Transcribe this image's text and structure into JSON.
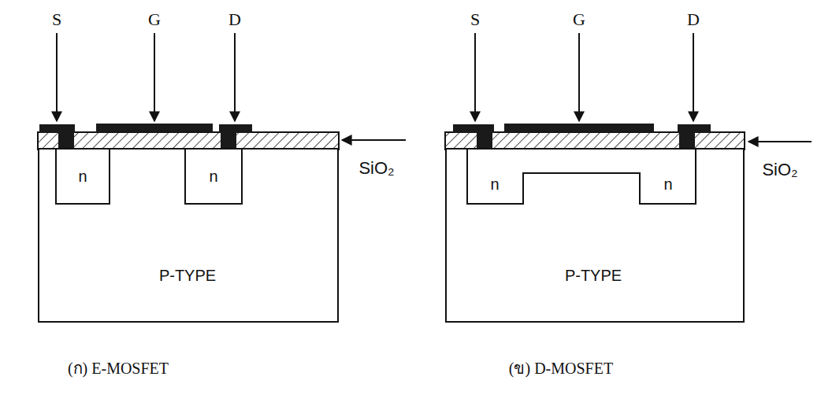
{
  "diagram": {
    "nodes": [
      {
        "text": [
          "P-TYPE"
        ]
      },
      {
        "text": [
          "n"
        ],
        "in": 0
      },
      {
        "text": [
          "n"
        ],
        "in": 0
      },
      {
        "text": [
          "P-TYPE"
        ]
      },
      {
        "text": [
          "n",
          "n"
        ],
        "in": 3
      }
    ],
    "labels": [
      "S",
      "G",
      "D",
      "SiO₂",
      "S",
      "G",
      "D",
      "SiO₂",
      "(ก) E-MOSFET",
      "(ข) D-MOSFET"
    ]
  }
}
